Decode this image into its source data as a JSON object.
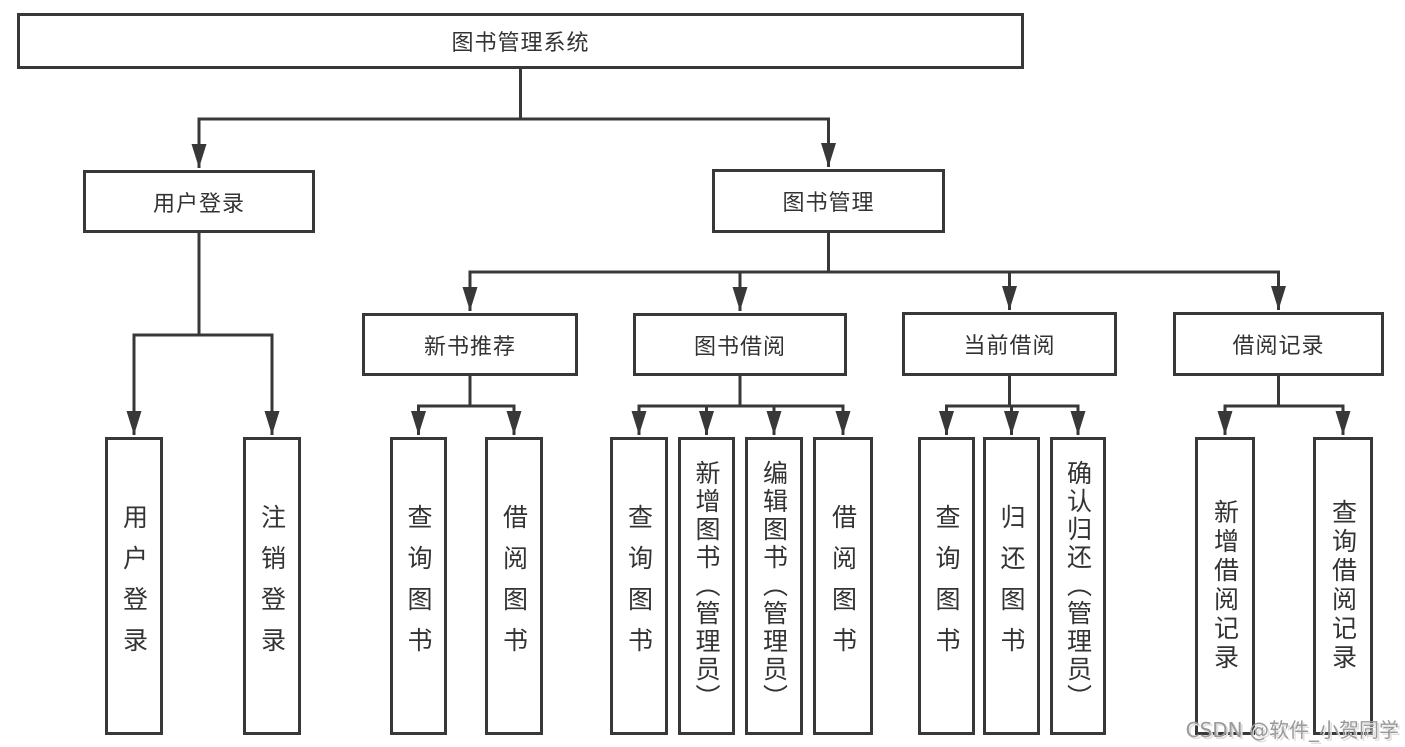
{
  "colors": {
    "line": "#383838",
    "box_border": "#383838",
    "box_fill": "#ffffff",
    "text": "#333333",
    "watermark": "#9a9a9a",
    "background": "#ffffff"
  },
  "tree": {
    "root": "图书管理系统",
    "user_login": {
      "label": "用户登录",
      "children": [
        "用户登录",
        "注销登录"
      ]
    },
    "book_mgmt": {
      "label": "图书管理",
      "children": [
        {
          "label": "新书推荐",
          "children": [
            "查询图书",
            "借阅图书"
          ]
        },
        {
          "label": "图书借阅",
          "children": [
            "查询图书",
            "新增图书（管理员）",
            "编辑图书（管理员）",
            "借阅图书"
          ]
        },
        {
          "label": "当前借阅",
          "children": [
            "查询图书",
            "归还图书",
            "确认归还（管理员）"
          ]
        },
        {
          "label": "借阅记录",
          "children": [
            "新增借阅记录",
            "查询借阅记录"
          ]
        }
      ]
    }
  },
  "watermark": {
    "text": "CSDN @软件_小贺同学"
  }
}
